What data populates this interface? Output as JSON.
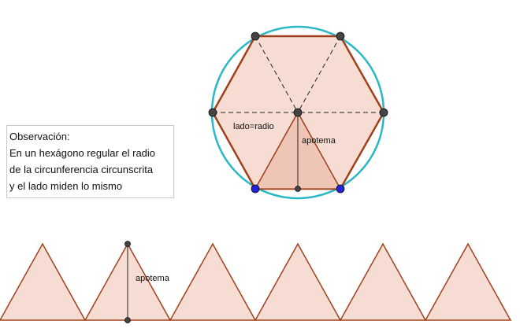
{
  "observation": {
    "title": "Observación:",
    "lines": [
      "En un hexágono regular el radio",
      "de la circunferencia circunscrita",
      "y el lado miden lo mismo"
    ]
  },
  "labels": {
    "side_equals_radius": "lado=radio",
    "apothem_top": "apotema",
    "apothem_bottom": "apotema"
  },
  "colors": {
    "circle": "#2ab8c6",
    "hexagon_edge": "#a0401c",
    "fill": "#f6dcd2",
    "triangle_fill": "#efc6b6",
    "point_dark": "#444444",
    "point_blue": "#2222dd"
  },
  "strip": {
    "triangle_count": 6
  }
}
